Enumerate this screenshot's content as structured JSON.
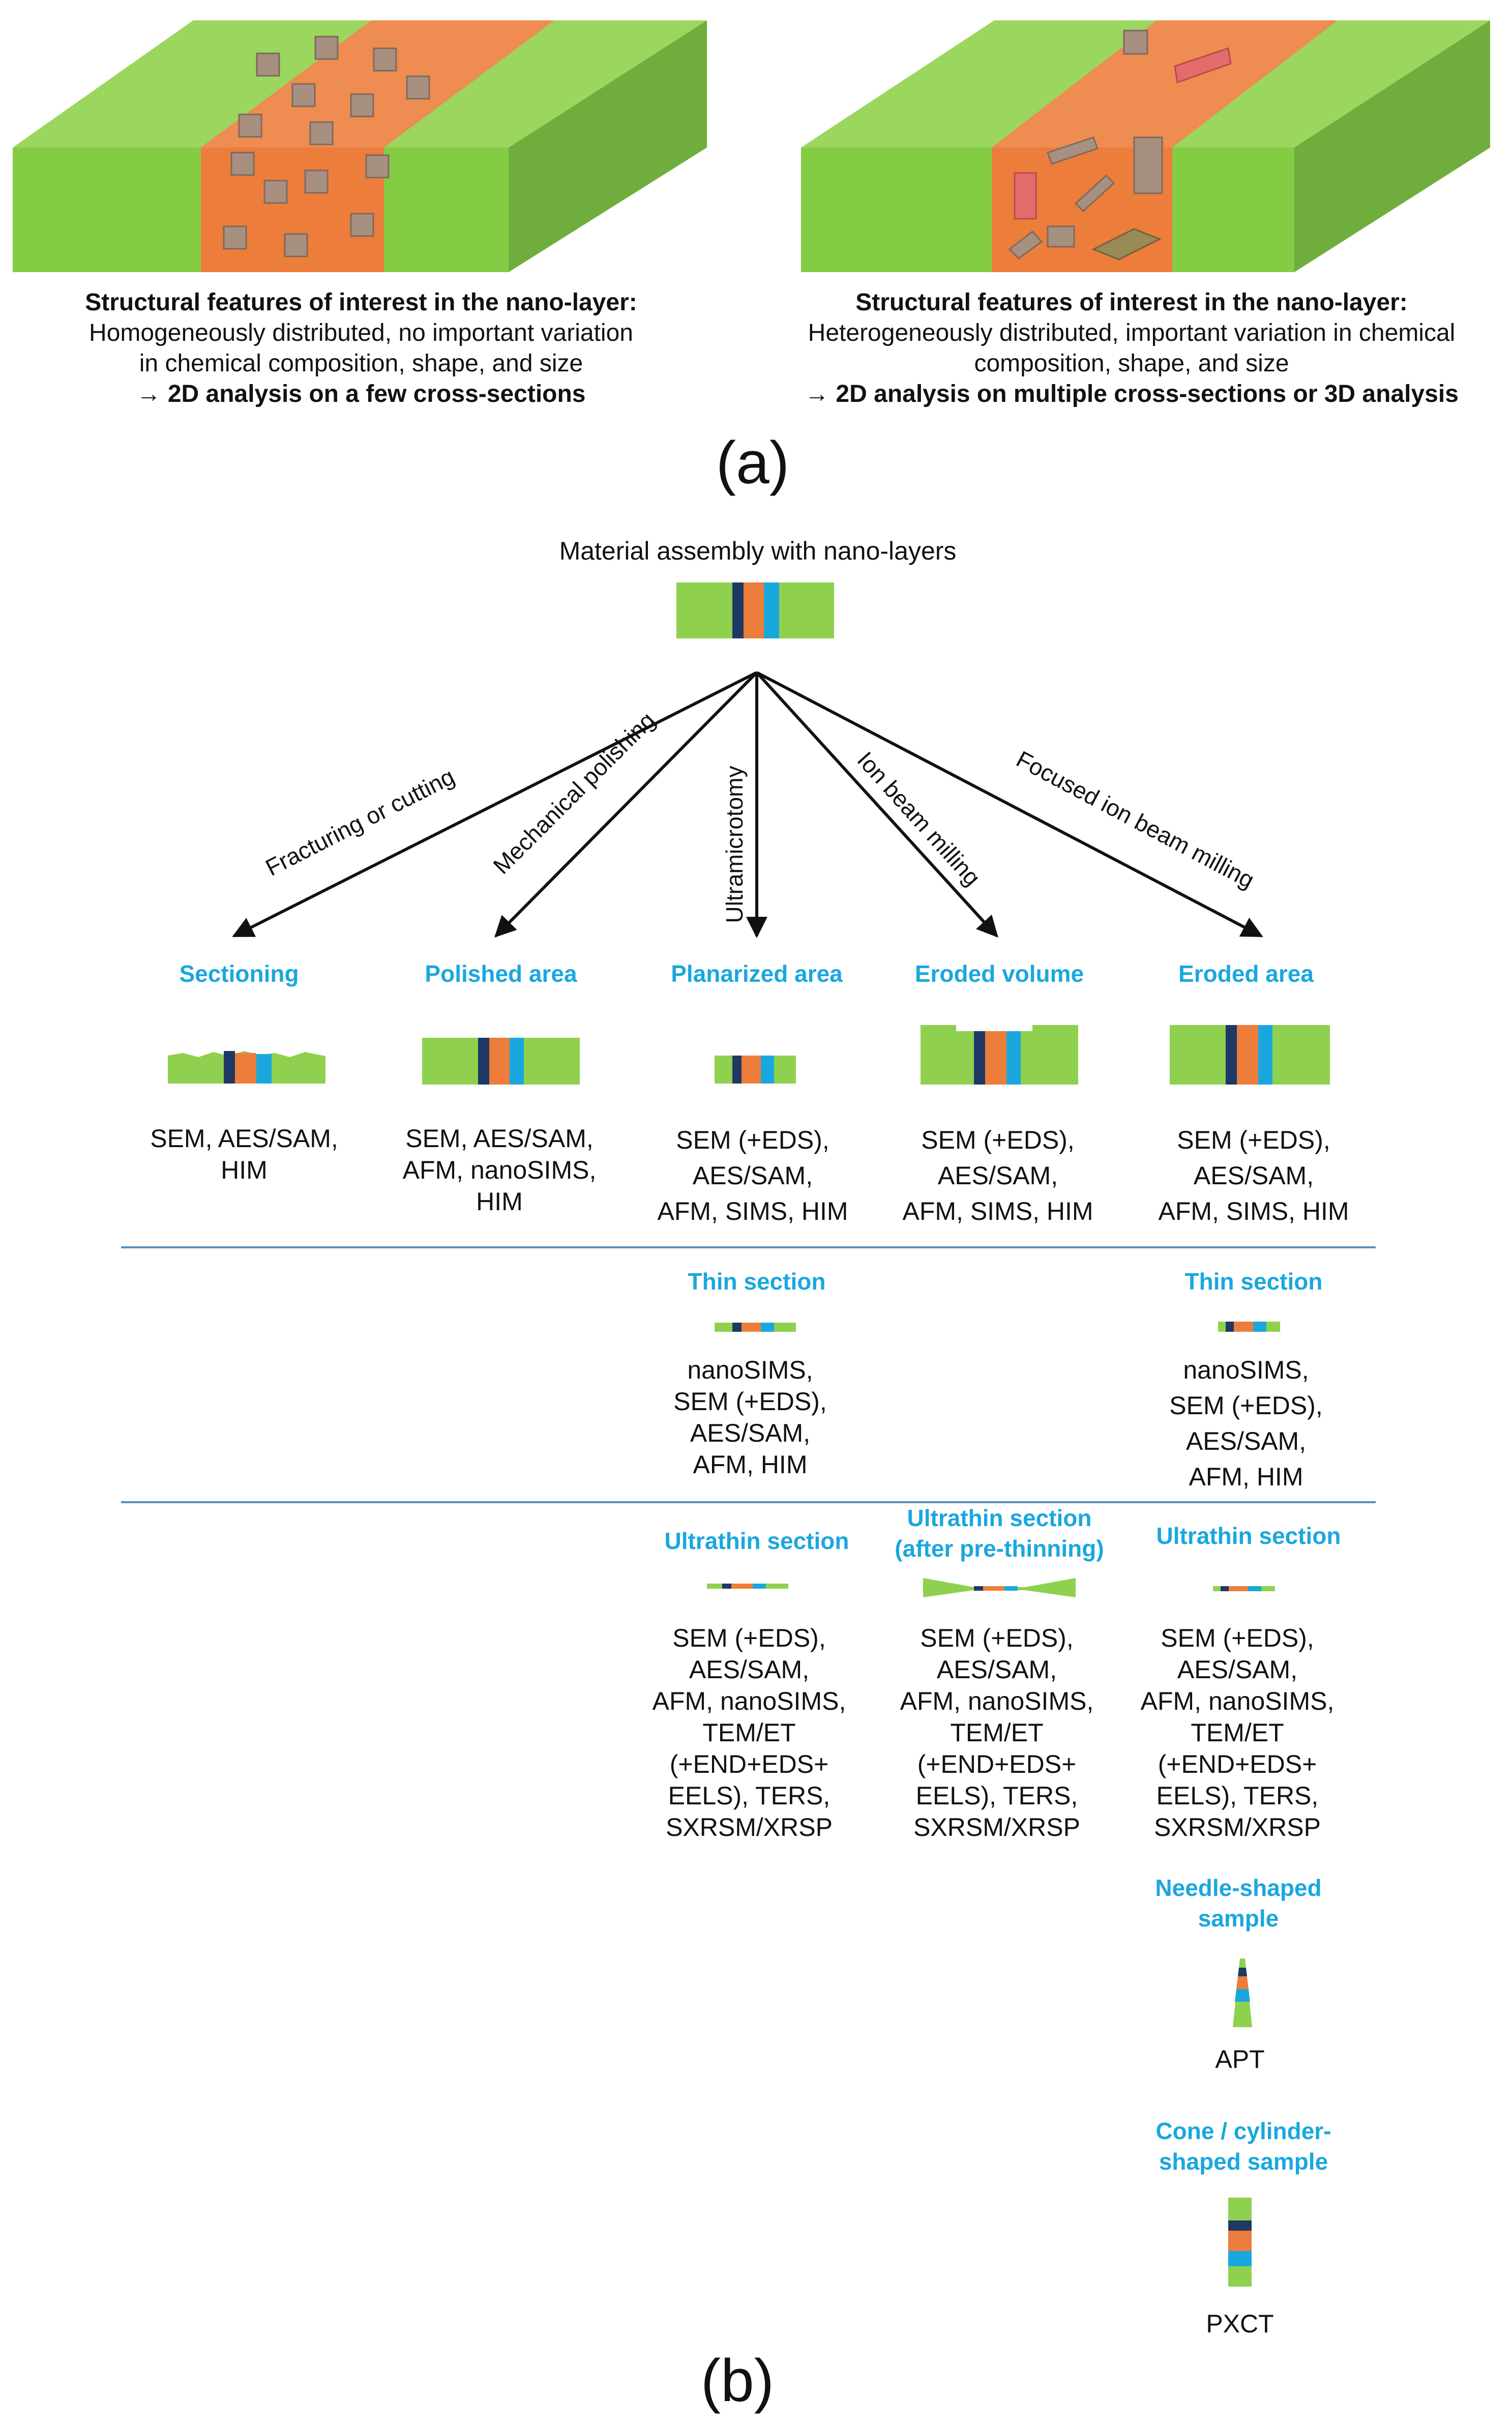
{
  "panel_a": {
    "left_caption": {
      "line1": "Structural features of interest in the nano-layer:",
      "line2": "Homogeneously distributed, no important variation",
      "line3": "in chemical composition, shape, and size",
      "line4": "→ 2D analysis on a few cross-sections"
    },
    "right_caption": {
      "line1": "Structural features of interest in the nano-layer:",
      "line2": "Heterogeneously distributed, important variation in chemical",
      "line3": "composition, shape, and size",
      "line4": "→ 2D analysis on multiple cross-sections or 3D analysis"
    },
    "label": "(a)"
  },
  "panel_b": {
    "root_title": "Material assembly with nano-layers",
    "arrows": [
      "Fracturing or cutting",
      "Mechanical polishing",
      "Ultramicrotomy",
      "Ion beam milling",
      "Focused ion beam milling"
    ],
    "row1": {
      "headings": [
        "Sectioning",
        "Polished area",
        "Planarized area",
        "Eroded volume",
        "Eroded area"
      ],
      "methods": [
        [
          "SEM, AES/SAM,",
          "HIM"
        ],
        [
          "SEM, AES/SAM,",
          "AFM, nanoSIMS,",
          "HIM"
        ],
        [
          "SEM (+EDS),",
          "AES/SAM,",
          "AFM, SIMS, HIM"
        ],
        [
          "SEM (+EDS),",
          "AES/SAM,",
          "AFM, SIMS, HIM"
        ],
        [
          "SEM (+EDS),",
          "AES/SAM,",
          "AFM, SIMS, HIM"
        ]
      ]
    },
    "row2": {
      "headings": [
        "Thin section",
        "Thin section"
      ],
      "methods": [
        [
          "nanoSIMS,",
          "SEM (+EDS),",
          "AES/SAM,",
          "AFM, HIM"
        ],
        [
          "nanoSIMS,",
          "SEM (+EDS),",
          "AES/SAM,",
          "AFM, HIM"
        ]
      ]
    },
    "row3": {
      "headings": [
        "Ultrathin section",
        "Ultrathin section",
        "Ultrathin section"
      ],
      "subheading": "(after pre-thinning)",
      "methods": [
        "SEM (+EDS),",
        "AES/SAM,",
        "AFM, nanoSIMS,",
        "TEM/ET",
        "(+END+EDS+",
        "EELS), TERS,",
        "SXRSM/XRSP"
      ]
    },
    "needle": {
      "heading1": "Needle-shaped",
      "heading2": "sample",
      "method": "APT"
    },
    "cone": {
      "heading1": "Cone / cylinder-",
      "heading2": "shaped sample",
      "method": "PXCT"
    },
    "label": "(b)"
  },
  "colors": {
    "green": "#8fd14f",
    "green_dark": "#6fae3c",
    "orange": "#ed7d3a",
    "navy": "#1f3864",
    "cyan": "#1aa7de",
    "divider": "#5b8fb9"
  }
}
